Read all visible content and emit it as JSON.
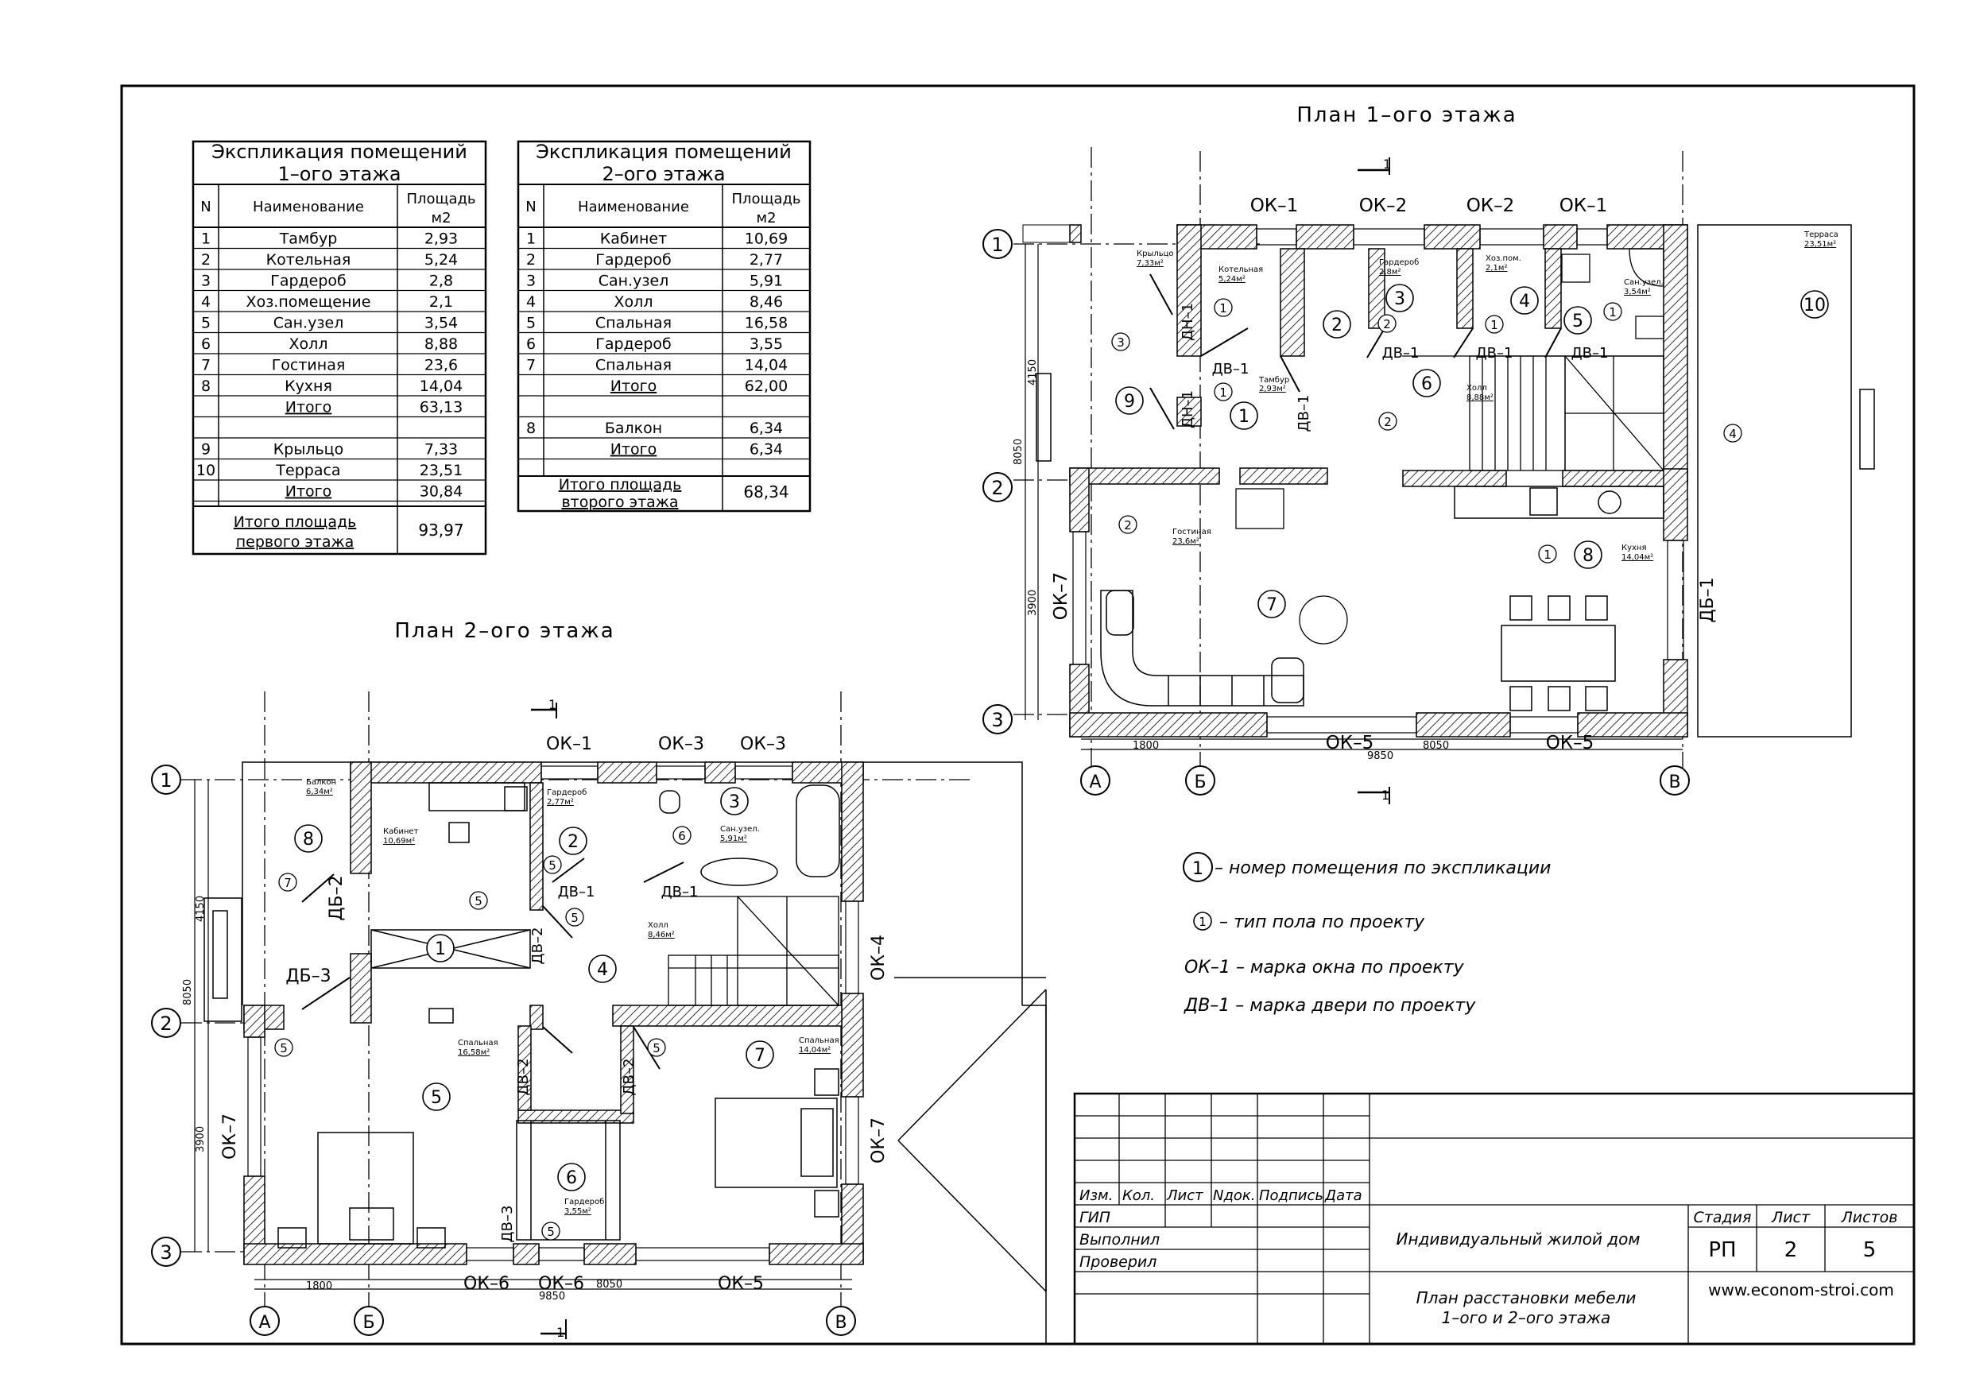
{
  "plan1": {
    "title": "План 1–ого этажа",
    "window_marks": [
      "ОК–1",
      "ОК–2",
      "ОК–2",
      "ОК–1",
      "ОК–7",
      "ОК–5",
      "ОК–5"
    ],
    "door_marks": [
      "ДН–1",
      "ДН–1",
      "ДВ–1",
      "ДВ–1",
      "ДВ–1",
      "ДВ–1",
      "ДВ–1",
      "ДБ–1"
    ],
    "axes": [
      "1",
      "2",
      "3",
      "А",
      "Б",
      "В"
    ],
    "dims": [
      "4150",
      "3900",
      "8050",
      "1800",
      "8050",
      "9850"
    ],
    "rooms": [
      {
        "num": "1",
        "name": "Тамбур",
        "area": "2,93м²"
      },
      {
        "num": "2",
        "name": "Котельная",
        "area": "5,24м²"
      },
      {
        "num": "3",
        "name": "Гардероб",
        "area": "2,8м²"
      },
      {
        "num": "4",
        "name": "Хоз.пом.",
        "area": "2,1м²"
      },
      {
        "num": "5",
        "name": "Сан.узел.",
        "area": "3,54м²"
      },
      {
        "num": "6",
        "name": "Холл",
        "area": "8,88м²"
      },
      {
        "num": "7",
        "name": "Гостиная",
        "area": "23,6м²"
      },
      {
        "num": "8",
        "name": "Кухня",
        "area": "14,04м²"
      },
      {
        "num": "9",
        "name": "Крыльцо",
        "area": "7,33м²"
      },
      {
        "num": "10",
        "name": "Терраса",
        "area": "23,51м²"
      }
    ],
    "floor_types": [
      "1",
      "2",
      "3",
      "4"
    ]
  },
  "plan2": {
    "title": "План 2–ого этажа",
    "window_marks": [
      "ОК–1",
      "ОК–3",
      "ОК–3",
      "ОК–4",
      "ОК–7",
      "ОК–7",
      "ОК–6",
      "ОК–6",
      "ОК–5"
    ],
    "door_marks": [
      "ДБ–2",
      "ДБ–3",
      "ДВ–1",
      "ДВ–1",
      "ДВ–2",
      "ДВ–2",
      "ДВ–2",
      "ДВ–3"
    ],
    "axes": [
      "1",
      "2",
      "3",
      "А",
      "Б",
      "В"
    ],
    "dims": [
      "4150",
      "3900",
      "8050",
      "1800",
      "8050",
      "9850"
    ],
    "rooms": [
      {
        "num": "1",
        "name": "Кабинет",
        "area": "10,69м²"
      },
      {
        "num": "2",
        "name": "Гардероб",
        "area": "2,77м²"
      },
      {
        "num": "3",
        "name": "Сан.узел.",
        "area": "5,91м²"
      },
      {
        "num": "4",
        "name": "Холл",
        "area": "8,46м²"
      },
      {
        "num": "5",
        "name": "Спальная",
        "area": "16,58м²"
      },
      {
        "num": "6",
        "name": "Гардероб",
        "area": "3,55м²"
      },
      {
        "num": "7",
        "name": "Спальная",
        "area": "14,04м²"
      },
      {
        "num": "8",
        "name": "Балкон",
        "area": "6,34м²"
      }
    ],
    "floor_types": [
      "5",
      "6",
      "7"
    ]
  },
  "table1": {
    "title_line1": "Экспликация помещений",
    "title_line2": "1–ого этажа",
    "headers": [
      "N",
      "Наименование",
      "Площадь м2"
    ],
    "rows": [
      [
        "1",
        "Тамбур",
        "2,93"
      ],
      [
        "2",
        "Котельная",
        "5,24"
      ],
      [
        "3",
        "Гардероб",
        "2,8"
      ],
      [
        "4",
        "Хоз.помещение",
        "2,1"
      ],
      [
        "5",
        "Сан.узел",
        "3,54"
      ],
      [
        "6",
        "Холл",
        "8,88"
      ],
      [
        "7",
        "Гостиная",
        "23,6"
      ],
      [
        "8",
        "Кухня",
        "14,04"
      ],
      [
        "",
        "Итого",
        "63,13"
      ],
      [
        "9",
        "Крыльцо",
        "7,33"
      ],
      [
        "10",
        "Терраса",
        "23,51"
      ],
      [
        "",
        "Итого",
        "30,84"
      ]
    ],
    "grand_label_1": "Итого площадь",
    "grand_label_2": "первого этажа",
    "grand_value": "93,97"
  },
  "table2": {
    "title_line1": "Экспликация помещений",
    "title_line2": "2–ого этажа",
    "headers": [
      "N",
      "Наименование",
      "Площадь м2"
    ],
    "rows": [
      [
        "1",
        "Кабинет",
        "10,69"
      ],
      [
        "2",
        "Гардероб",
        "2,77"
      ],
      [
        "3",
        "Сан.узел",
        "5,91"
      ],
      [
        "4",
        "Холл",
        "8,46"
      ],
      [
        "5",
        "Спальная",
        "16,58"
      ],
      [
        "6",
        "Гардероб",
        "3,55"
      ],
      [
        "7",
        "Спальная",
        "14,04"
      ],
      [
        "",
        "Итого",
        "62,00"
      ],
      [
        "8",
        "Балкон",
        "6,34"
      ],
      [
        "",
        "Итого",
        "6,34"
      ]
    ],
    "grand_label_1": "Итого площадь",
    "grand_label_2": "второго этажа",
    "grand_value": "68,34"
  },
  "legend": {
    "room_num": "1",
    "room_text": "– номер помещения по экспликации",
    "floor_num": "1",
    "floor_text": "– тип пола по проекту",
    "window_text": "ОК–1 – марка окна по проекту",
    "door_text": "ДВ–1 – марка двери по проекту"
  },
  "stamp": {
    "col_headers": [
      "Изм.",
      "Кол.",
      "Лист",
      "Nдок.",
      "Подпись",
      "Дата"
    ],
    "roles": [
      "ГИП",
      "Выполнил",
      "Проверил"
    ],
    "project": "Индивидуальный жилой дом",
    "sheet_title_1": "План расстановки мебели",
    "sheet_title_2": "1–ого и 2–ого этажа",
    "stage_label": "Стадия",
    "sheet_label": "Лист",
    "sheets_label": "Листов",
    "stage": "РП",
    "sheet": "2",
    "sheets": "5",
    "site": "www.econom-stroi.com"
  },
  "section_mark": "1"
}
